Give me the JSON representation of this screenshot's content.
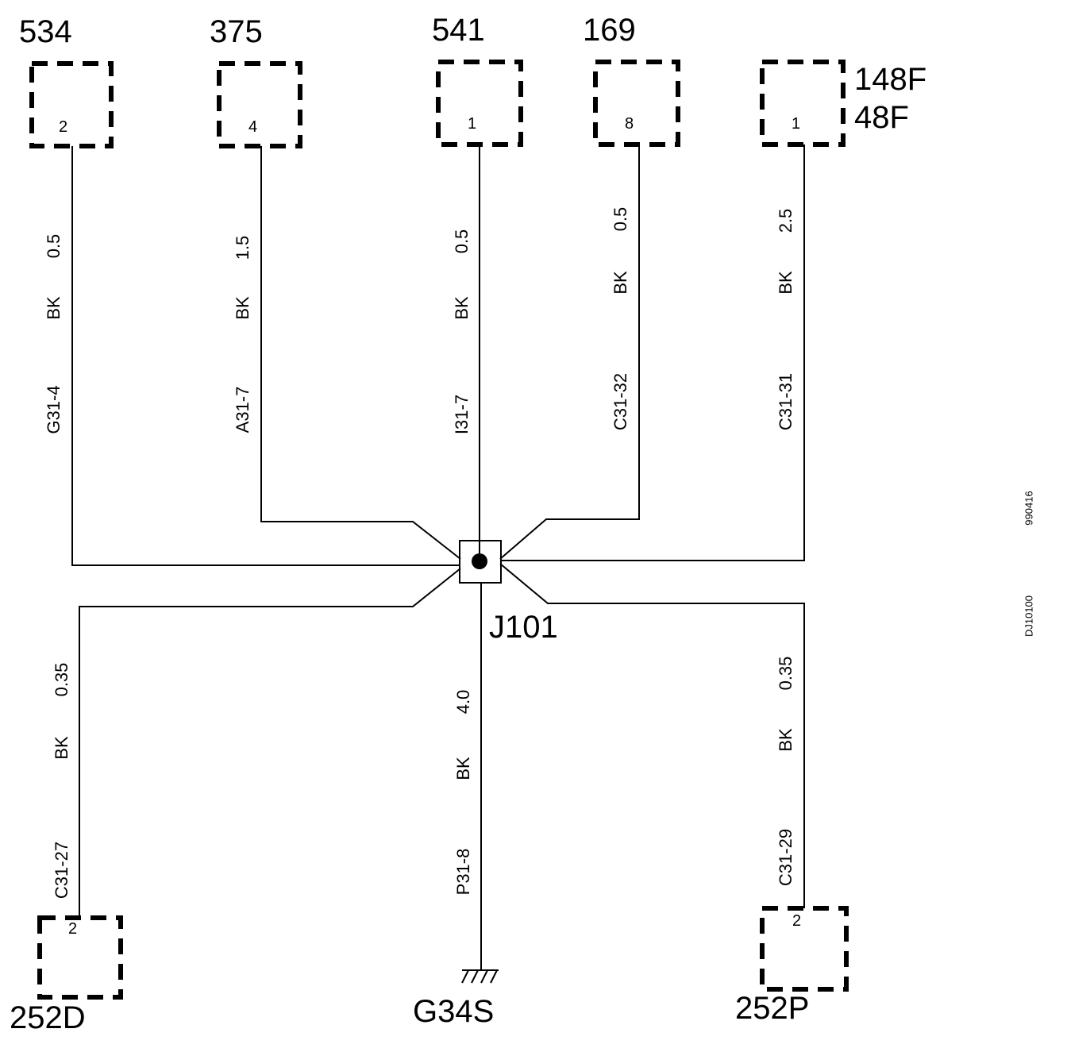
{
  "components": {
    "c534": {
      "id": "534",
      "pin": "2"
    },
    "c375": {
      "id": "375",
      "pin": "4"
    },
    "c541": {
      "id": "541",
      "pin": "1"
    },
    "c169": {
      "id": "169",
      "pin": "8"
    },
    "c148F": {
      "id_line1": "148F",
      "id_line2": "48F",
      "pin": "1"
    },
    "c252D": {
      "id": "252D",
      "pin": "2"
    },
    "c252P": {
      "id": "252P",
      "pin": "2"
    }
  },
  "splice": {
    "id": "J101"
  },
  "ground": {
    "id": "G34S"
  },
  "wires": {
    "w534": {
      "size": "0.5",
      "color": "BK",
      "circuit": "G31-4"
    },
    "w375": {
      "size": "1.5",
      "color": "BK",
      "circuit": "A31-7"
    },
    "w541": {
      "size": "0.5",
      "color": "BK",
      "circuit": "I31-7"
    },
    "w169": {
      "size": "0.5",
      "color": "BK",
      "circuit": "C31-32"
    },
    "w148F": {
      "size": "2.5",
      "color": "BK",
      "circuit": "C31-31"
    },
    "w252D": {
      "size": "0.35",
      "color": "BK",
      "circuit": "C31-27"
    },
    "wG34S": {
      "size": "4.0",
      "color": "BK",
      "circuit": "P31-8"
    },
    "w252P": {
      "size": "0.35",
      "color": "BK",
      "circuit": "C31-29"
    }
  },
  "side_codes": {
    "code1": "990416",
    "code2": "DJ10100"
  }
}
